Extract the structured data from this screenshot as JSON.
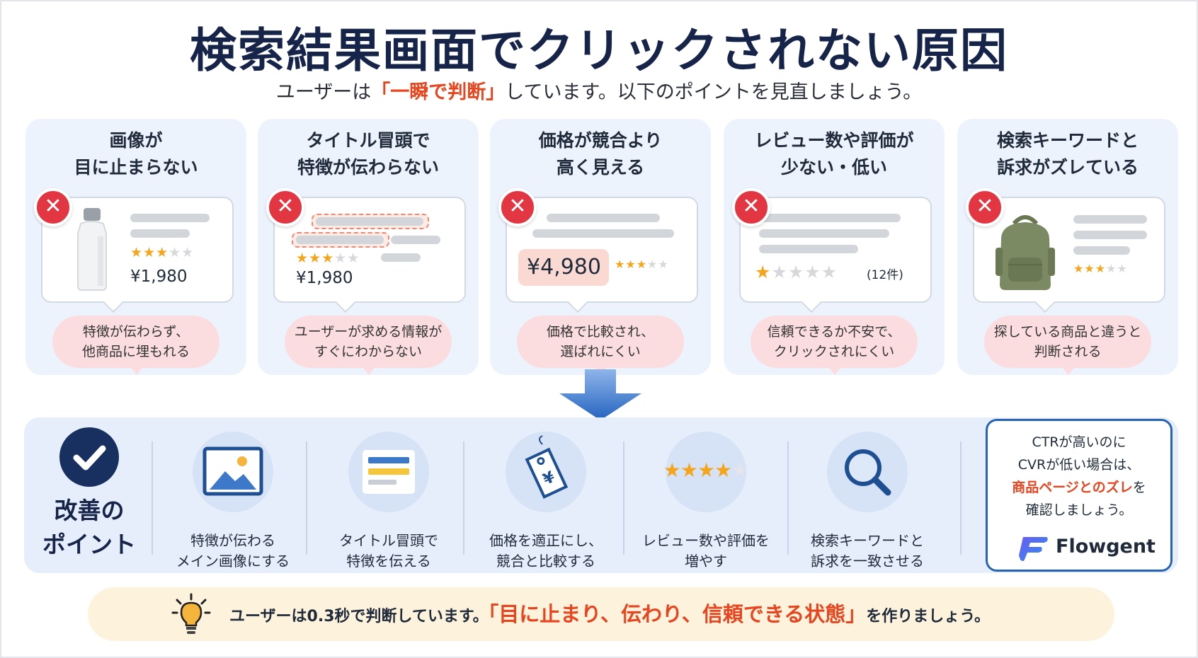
{
  "title": "検索結果画面でクリックされない原因",
  "subtitle": {
    "before": "ユーザーは",
    "highlight": "「一瞬で判断」",
    "after": "しています。以下のポイントを見直しましょう。"
  },
  "colors": {
    "navy": "#17244a",
    "accent": "#e8451e",
    "badge_red": "#e23743",
    "card_bg": "#edf3fc",
    "bubble_bg": "#fbdde0",
    "blue": "#2764b3"
  },
  "cards": [
    {
      "title_line1": "画像が",
      "title_line2": "目に止まらない",
      "price": "¥1,980",
      "rating": 3,
      "caption_line1": "特徴が伝わらず、",
      "caption_line2": "他商品に埋もれる",
      "icon": "close-icon"
    },
    {
      "title_line1": "タイトル冒頭で",
      "title_line2": "特徴が伝わらない",
      "price": "¥1,980",
      "rating": 3,
      "caption_line1": "ユーザーが求める情報が",
      "caption_line2": "すぐにわからない",
      "icon": "close-icon"
    },
    {
      "title_line1": "価格が競合より",
      "title_line2": "高く見える",
      "price": "¥4,980",
      "rating": 3,
      "caption_line1": "価格で比較され、",
      "caption_line2": "選ばれにくい",
      "icon": "close-icon"
    },
    {
      "title_line1": "レビュー数や評価が",
      "title_line2": "少ない・低い",
      "review_count": "(12件)",
      "rating": 1,
      "caption_line1": "信頼できるか不安で、",
      "caption_line2": "クリックされにくい",
      "icon": "close-icon"
    },
    {
      "title_line1": "検索キーワードと",
      "title_line2": "訴求がズレている",
      "rating": 3,
      "caption_line1": "探している商品と違うと",
      "caption_line2": "判断される",
      "icon": "close-icon"
    }
  ],
  "improve": {
    "title_line1": "改善の",
    "title_line2": "ポイント",
    "items": [
      {
        "icon": "image-icon",
        "line1": "特徴が伝わる",
        "line2": "メイン画像にする"
      },
      {
        "icon": "title-bar-icon",
        "line1": "タイトル冒頭で",
        "line2": "特徴を伝える"
      },
      {
        "icon": "yen-price-tag-icon",
        "line1": "価格を適正にし、",
        "line2": "競合と比較する"
      },
      {
        "icon": "star-rating-icon",
        "line1": "レビュー数や評価を",
        "line2": "増やす"
      },
      {
        "icon": "magnifier-icon",
        "line1": "検索キーワードと",
        "line2": "訴求を一致させる"
      }
    ]
  },
  "note": {
    "line1": "CTRが高いのに",
    "line2": "CVRが低い場合は、",
    "line3_highlight": "商品ページとのズレ",
    "line3_after": "を",
    "line4": "確認しましょう。",
    "brand": "Flowgent"
  },
  "footer": {
    "before": "ユーザーは0.3秒で判断しています。",
    "highlight": "「目に止まり、伝わり、信頼できる状態」",
    "after": "を作りましょう。",
    "icon": "lightbulb-icon"
  }
}
